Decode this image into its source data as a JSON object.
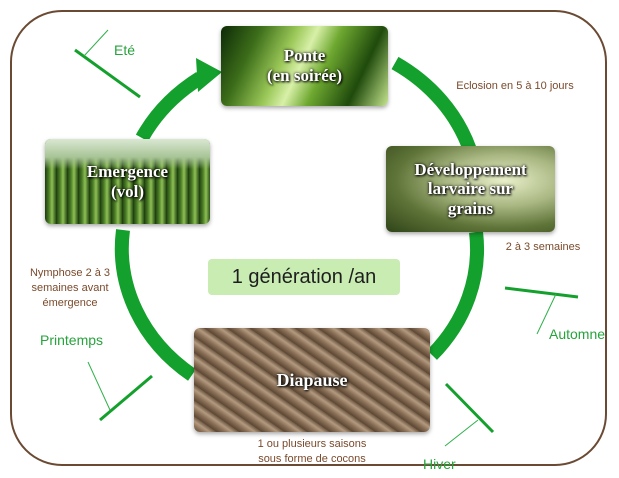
{
  "stages": {
    "ponte": "Ponte\n(en soirée)",
    "developpement": "Développement\nlarvaire sur\ngrains",
    "diapause": "Diapause",
    "emergence": "Emergence\n(vol)"
  },
  "center": "1 génération /an",
  "notes": {
    "eclosion": "Eclosion en 5 à 10 jours",
    "larval": "2 à 3 semaines",
    "diapause": "1 ou plusieurs saisons\nsous forme de cocons",
    "nymphose": "Nymphose 2 à 3\nsemaines avant\némergence"
  },
  "seasons": {
    "ete": "Eté",
    "automne": "Automne",
    "hiver": "Hiver",
    "printemps": "Printemps"
  },
  "colors": {
    "cycle_arrow": "#14a02c",
    "season_text": "#27a33c",
    "note_text": "#7a4a2c",
    "center_box": "#c9ecb3",
    "frame": "#6b4a33"
  },
  "icons": [
    "cycle-arrow-icon",
    "season-marker-icon"
  ]
}
